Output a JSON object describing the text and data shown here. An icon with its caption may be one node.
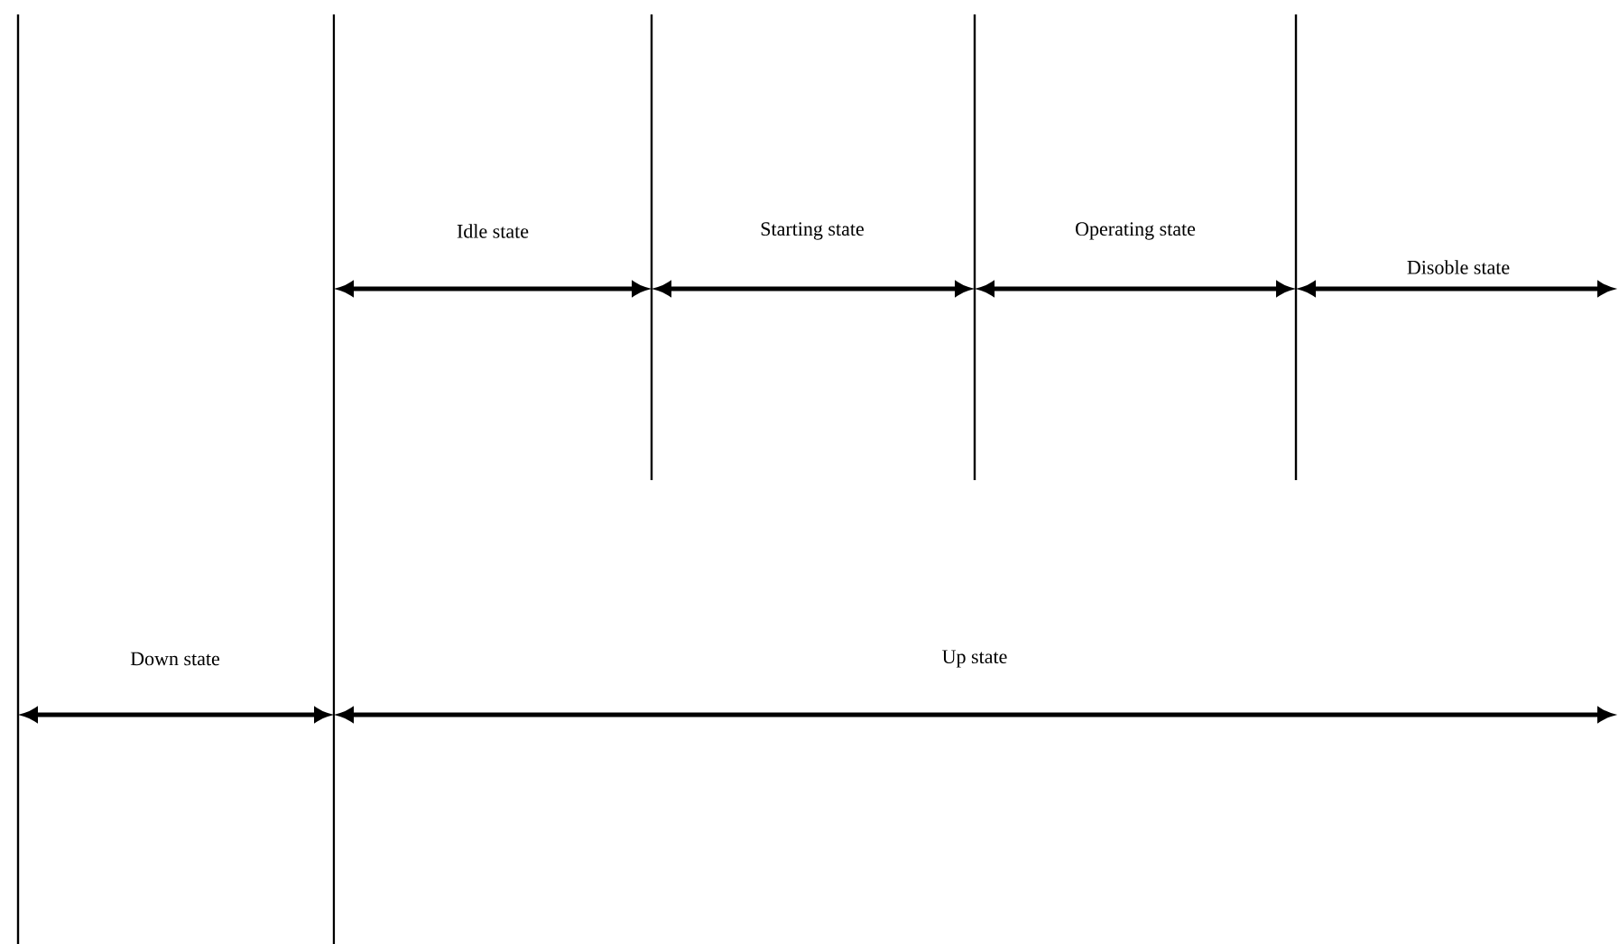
{
  "diagram": {
    "labels": [
      "Idle state",
      "Starting state",
      "Operating state",
      "Disoble state",
      "Down state",
      "Up state"
    ]
  }
}
